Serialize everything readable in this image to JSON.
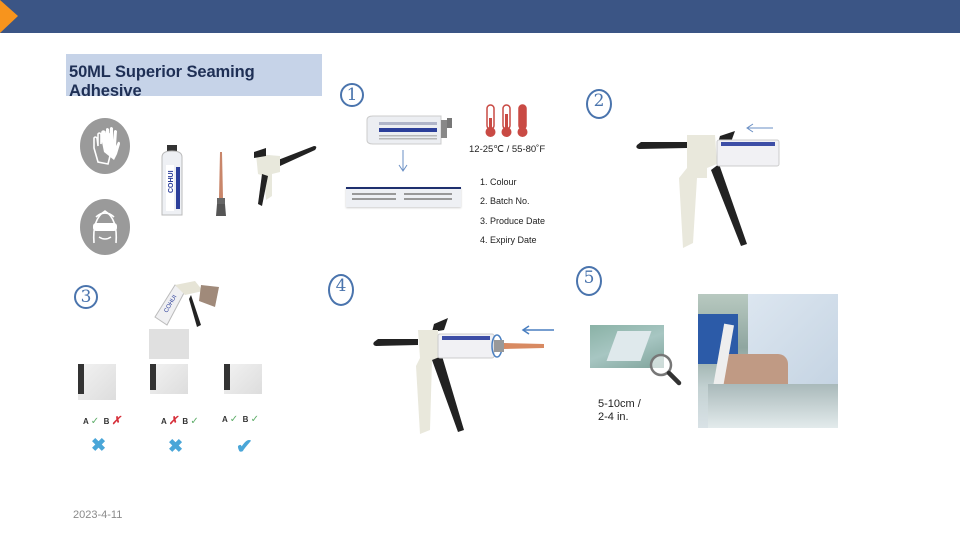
{
  "header": {
    "bar_color": "#3b5585",
    "accent_color": "#f7941d"
  },
  "title": "50ML Superior Seaming Adhesive",
  "ppe_icons": [
    "gloves-icon",
    "safety-goggles-icon"
  ],
  "products": [
    "adhesive-cartridge",
    "static-mixer-nozzle",
    "dispensing-gun"
  ],
  "cartridge_brand": "COHUI",
  "steps": {
    "step1": {
      "number": "①",
      "temperature": "12-25℃ / 55-80˚F",
      "label_items": [
        "1. Colour",
        "2. Batch No.",
        "3. Produce Date",
        "4. Expiry Date"
      ]
    },
    "step2": {
      "number": "②"
    },
    "step3": {
      "number": "③",
      "checks": [
        {
          "a": "A",
          "a_mark": "✓",
          "b": "B",
          "b_mark": "✗",
          "result": "✖"
        },
        {
          "a": "A",
          "a_mark": "✗",
          "b": "B",
          "b_mark": "✓",
          "result": "✖"
        },
        {
          "a": "A",
          "a_mark": "✓",
          "b": "B",
          "b_mark": "✓",
          "result": "✔"
        }
      ]
    },
    "step4": {
      "number": "④"
    },
    "step5": {
      "number": "⑤",
      "measure_line1": "5-10cm /",
      "measure_line2": "2-4 in."
    }
  },
  "footer": {
    "date": "2023-4-11"
  }
}
